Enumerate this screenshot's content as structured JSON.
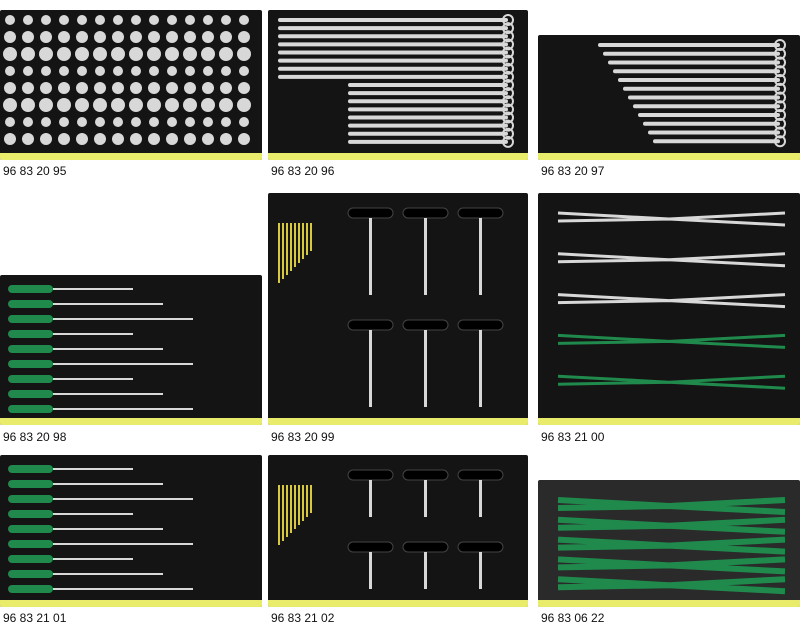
{
  "products": [
    {
      "code": "96 83 20 95",
      "kind": "sockets"
    },
    {
      "code": "96 83 20 96",
      "kind": "wrenches"
    },
    {
      "code": "96 83 20 97",
      "kind": "wrenches-small"
    },
    {
      "code": "96 83 20 98",
      "kind": "screwdrivers"
    },
    {
      "code": "96 83 20 99",
      "kind": "hex-keys"
    },
    {
      "code": "96 83 21 00",
      "kind": "pliers"
    },
    {
      "code": "96 83 21 01",
      "kind": "hand-tools"
    },
    {
      "code": "96 83 21 02",
      "kind": "hex-keys"
    },
    {
      "code": "96 83 06 22",
      "kind": "pliers-green"
    }
  ],
  "colors": {
    "foam": "#141414",
    "strip": "#e8ec6a",
    "grip": "#1f8a4c",
    "steel": "#d8d8d8"
  }
}
